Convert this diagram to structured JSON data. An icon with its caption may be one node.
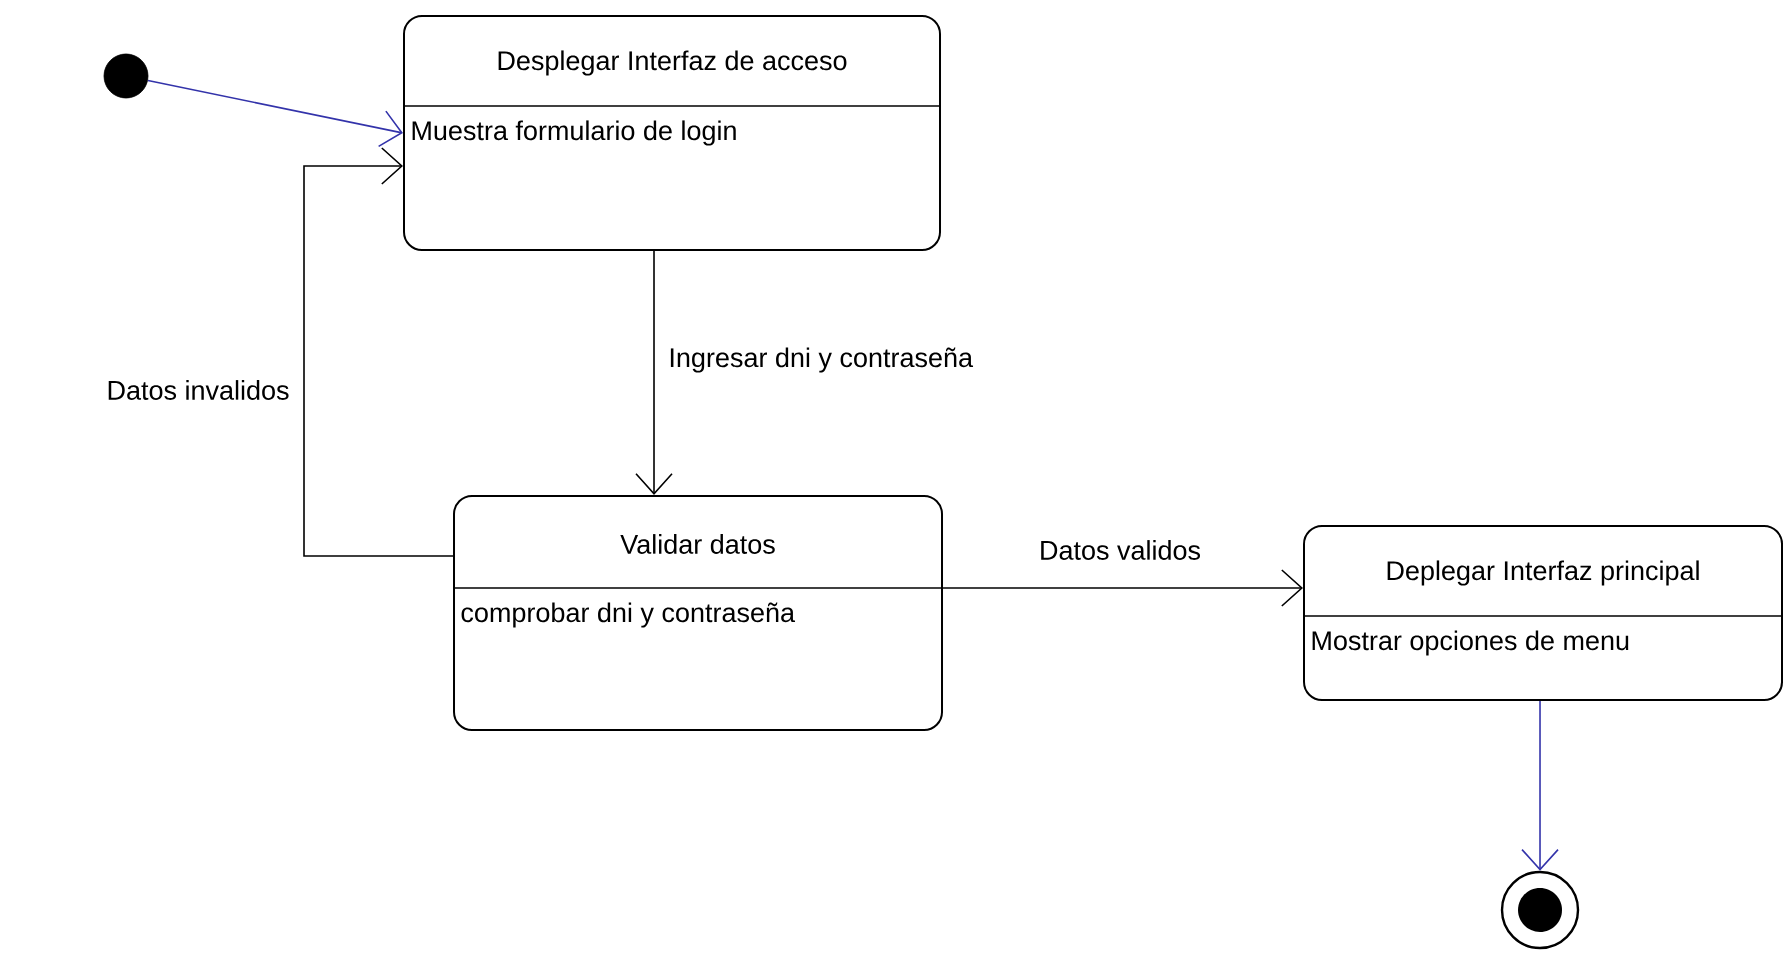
{
  "diagram": {
    "nodes": [
      {
        "text": [],
        "shape": "circle"
      },
      {
        "text": [
          "Desplegar Interfaz de acceso",
          "Muestra formulario de login"
        ]
      },
      {
        "text": [
          "Validar datos",
          "comprobar dni y contraseña"
        ]
      },
      {
        "text": [
          "Deplegar Interfaz principal",
          "Mostrar opciones de menu"
        ]
      },
      {
        "text": [],
        "shape": "bullseye"
      }
    ],
    "edges": [
      {
        "from": 0,
        "to": 1,
        "arrow": "to",
        "color": "#3333aa"
      },
      {
        "from": 1,
        "to": 2,
        "arrow": "to",
        "label": "Ingresar dni y contraseña"
      },
      {
        "from": 2,
        "to": 1,
        "arrow": "to",
        "label": "Datos invalidos"
      },
      {
        "from": 2,
        "to": 3,
        "arrow": "to",
        "label": "Datos validos"
      },
      {
        "from": 3,
        "to": 4,
        "arrow": "to",
        "color": "#3333aa"
      }
    ]
  }
}
